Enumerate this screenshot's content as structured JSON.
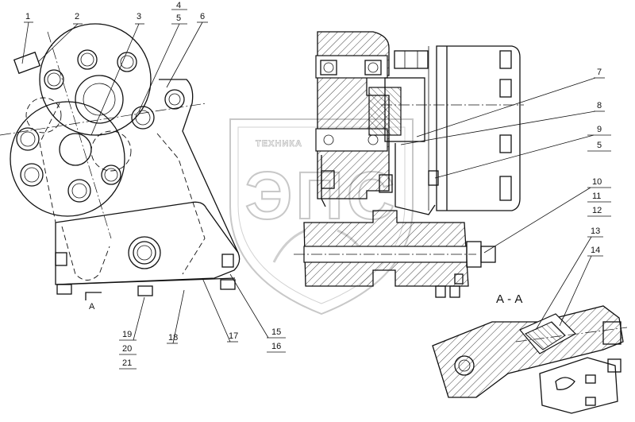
{
  "watermark": {
    "brand_text": "ТЕХНИКА",
    "logo_letters": "ЭПС"
  },
  "section_label": "А - А",
  "view_marker": "А",
  "callouts": {
    "c1": "1",
    "c2": "2",
    "c3": "3",
    "c4": "4",
    "c5a": "5",
    "c6": "6",
    "c7": "7",
    "c8": "8",
    "c9": "9",
    "c5b": "5",
    "c10": "10",
    "c11": "11",
    "c12": "12",
    "c13": "13",
    "c14": "14",
    "c15": "15",
    "c16": "16",
    "c17": "17",
    "c18": "18",
    "c19": "19",
    "c20": "20",
    "c21": "21"
  }
}
